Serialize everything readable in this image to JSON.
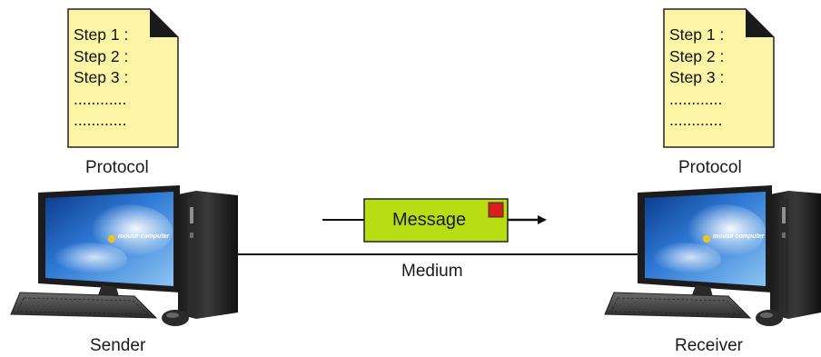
{
  "diagram": {
    "sender": {
      "label": "Sender",
      "protocol": {
        "caption": "Protocol",
        "lines": [
          "Step 1 :",
          "Step 2 :",
          "Step 3 :",
          "............",
          "............"
        ]
      },
      "monitor_brand": "mouse computer"
    },
    "receiver": {
      "label": "Receiver",
      "protocol": {
        "caption": "Protocol",
        "lines": [
          "Step 1 :",
          "Step 2 :",
          "Step 3 :",
          "............",
          "............"
        ]
      },
      "monitor_brand": "mouse computer"
    },
    "message": {
      "label": "Message"
    },
    "medium": {
      "label": "Medium"
    }
  },
  "colors": {
    "document_fill": "#fdf5a6",
    "message_fill": "#b8dd14",
    "message_marker": "#d81e1e",
    "line": "#111111"
  }
}
